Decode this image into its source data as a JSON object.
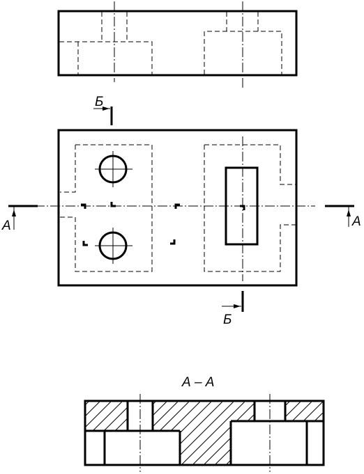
{
  "labels": {
    "section_a": "А",
    "section_b": "Б",
    "section_title": "А – А"
  }
}
